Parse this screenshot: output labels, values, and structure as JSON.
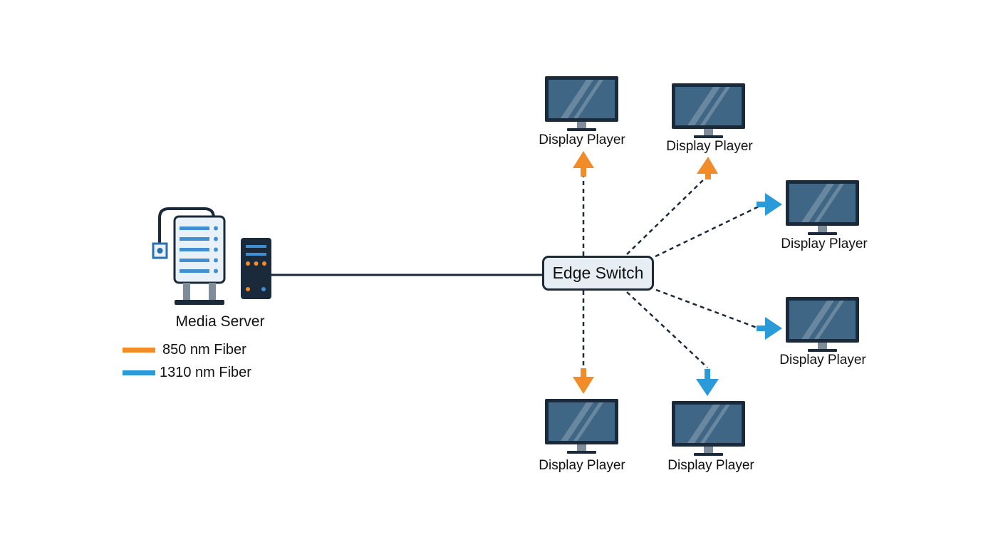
{
  "media_server": {
    "label": "Media Server"
  },
  "edge_switch": {
    "label": "Edge Switch"
  },
  "legend": [
    {
      "label": "850 nm Fiber",
      "color": "#f28c28"
    },
    {
      "label": "1310 nm Fiber",
      "color": "#2a9ad8"
    }
  ],
  "display_players": [
    {
      "label": "Display Player",
      "fiber": "850 nm Fiber"
    },
    {
      "label": "Display Player",
      "fiber": "850 nm Fiber"
    },
    {
      "label": "Display Player",
      "fiber": "1310 nm Fiber"
    },
    {
      "label": "Display Player",
      "fiber": "1310 nm Fiber"
    },
    {
      "label": "Display Player",
      "fiber": "850 nm Fiber"
    },
    {
      "label": "Display Player",
      "fiber": "1310 nm Fiber"
    }
  ],
  "colors": {
    "dark": "#1b2a3a",
    "monitor_screen": "#3f6685",
    "server_panel": "#e8f0f8",
    "server_accent": "#3f8fd2",
    "orange": "#f28c28",
    "blue": "#2a9ad8"
  }
}
